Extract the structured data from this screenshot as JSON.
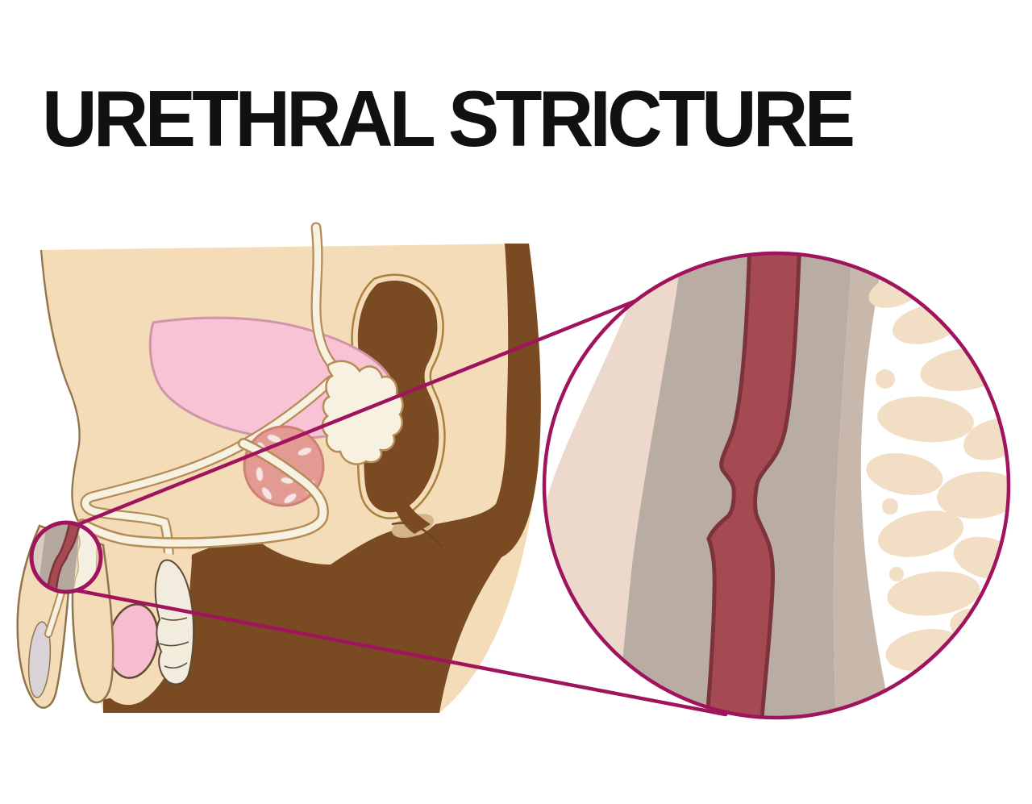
{
  "title": "URETHRAL STRICTURE",
  "figure": {
    "type": "medical-illustration",
    "subject": "male pelvis sagittal cross-section with magnified inset of narrowed urethra",
    "inset": "magnifier circle showing urethral stricture (hourglass narrowing of urethra)"
  },
  "palette": {
    "background": "#FFFFFF",
    "title_color": "#111111",
    "accent_magenta": "#A0135D",
    "skin": "#F4DCB8",
    "outline_tan": "#8F7549",
    "body_brown": "#7A4A22",
    "crease_tan": "#D5B48A",
    "bladder_pink": "#F9C3D6",
    "bladder_outline": "#CF95A8",
    "prostate_salmon": "#E39A92",
    "prostate_outline": "#D07F74",
    "prostate_seed": "#F5E6E3",
    "duct_ivory": "#F7F1E2",
    "duct_outline": "#B58C55",
    "testicle_pink": "#F6BCD0",
    "organ_dark_outline": "#5F4A33",
    "epididymis_ivory": "#F2ECDE",
    "glans_gray": "#D9D3D8",
    "tissue_gray": "#B9ACA3",
    "tissue_gray_small": "#B5A89F",
    "tissue_pink_band": "#ECD9CB",
    "tissue_taupe": "#C8B7AB",
    "tissue_light_strip": "#D8CCC0",
    "spongy_peach": "#F2DDC5",
    "scallop_ivory": "#F4EFE1",
    "urethra_red": "#A54A52",
    "urethra_red_outline": "#7C333C"
  }
}
